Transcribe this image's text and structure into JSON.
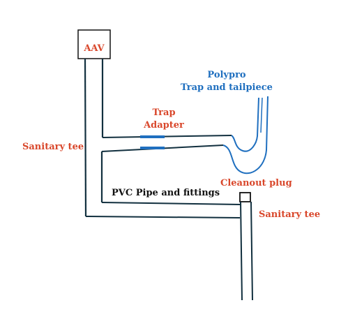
{
  "labels": {
    "aav": "AAV",
    "polypro_line1": "Polypro",
    "polypro_line2": "Trap and tailpiece",
    "trap_adapter_line1": "Trap",
    "trap_adapter_line2": "Adapter",
    "sanitary_tee_left": "Sanitary tee",
    "cleanout_plug": "Cleanout plug",
    "pvc_pipe": "PVC Pipe and fittings",
    "sanitary_tee_right": "Sanitary tee"
  },
  "colors": {
    "pvc_pipe": "#12303f",
    "polypro_pipe": "#1f6fbf",
    "label_red": "#d9472b",
    "label_blue": "#1f6fbf",
    "label_black": "#111111"
  }
}
